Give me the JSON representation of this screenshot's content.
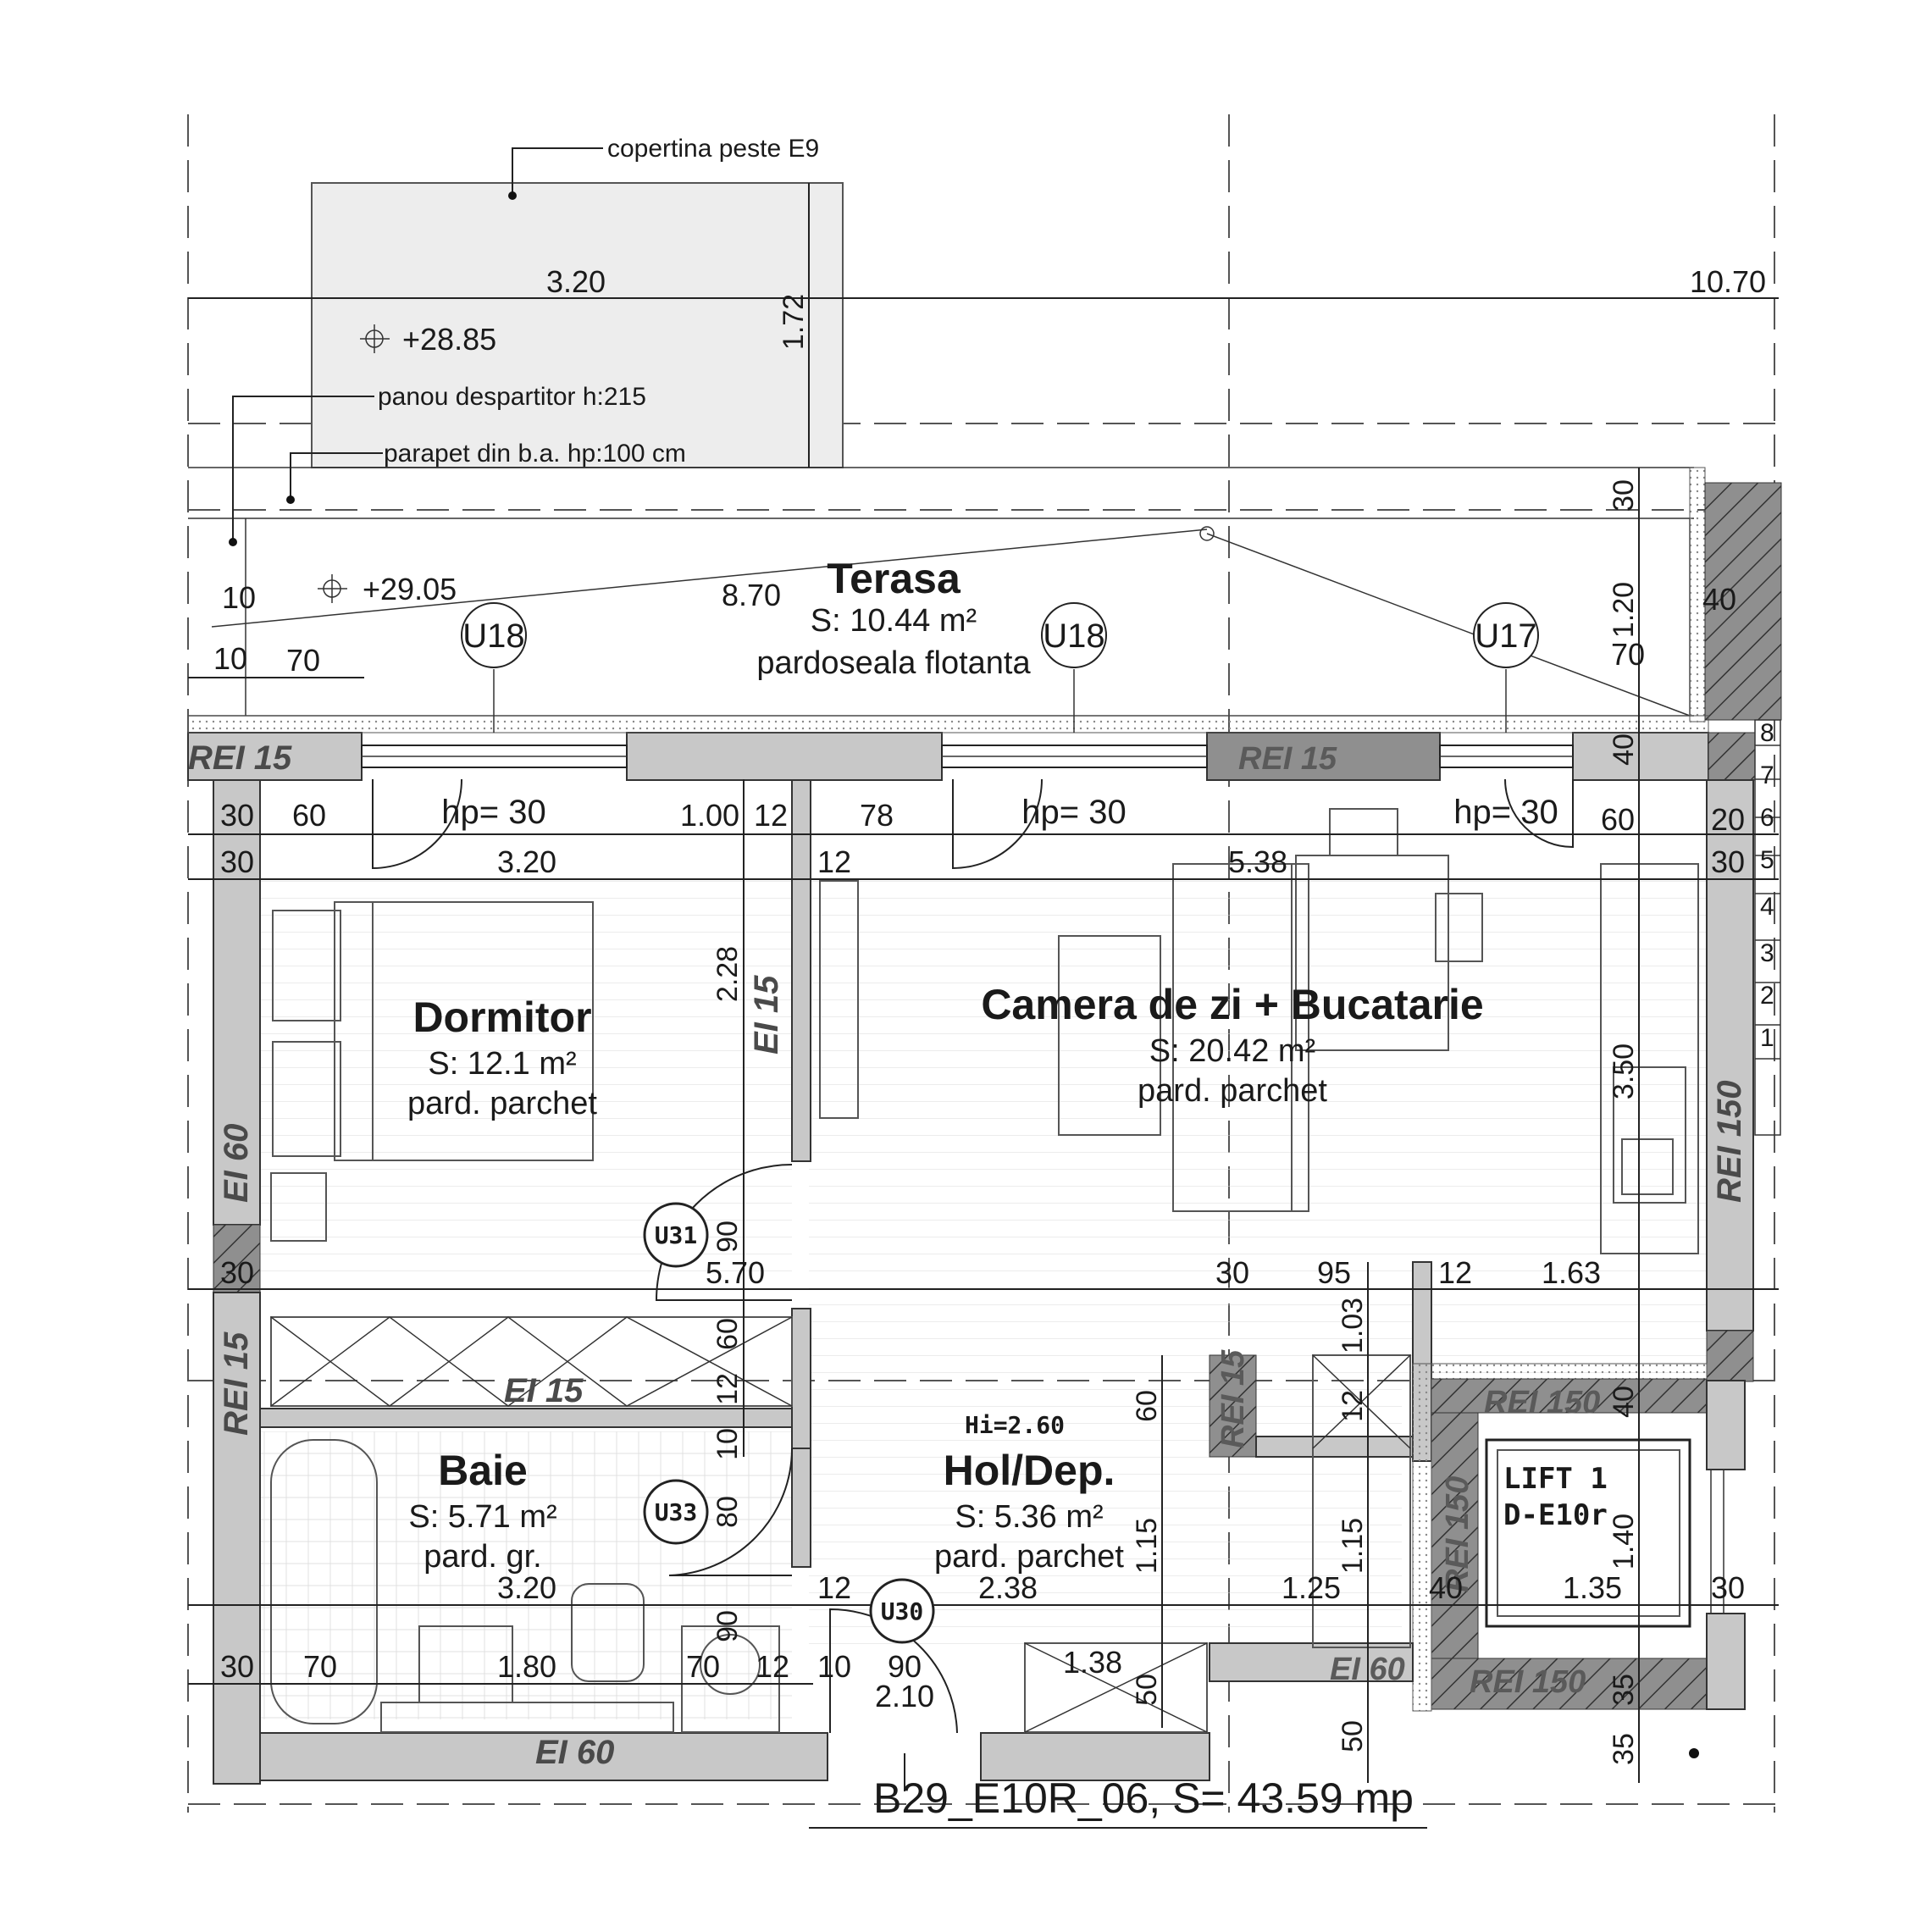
{
  "plan": {
    "footer_label": "B29_E10R_06, S= 43.59 mp",
    "notes": {
      "canopy": "copertina peste E9",
      "panel": "panou despartitor h:215",
      "parapet": "parapet din b.a. hp:100 cm"
    },
    "levels": {
      "canopy": "+28.85",
      "terrace": "+29.05"
    },
    "rooms": {
      "terasa": {
        "name": "Terasa",
        "area": "S: 10.44 m²",
        "floor": "pardoseala flotanta"
      },
      "dormitor": {
        "name": "Dormitor",
        "area": "S: 12.1 m²",
        "floor": "pard. parchet"
      },
      "camera": {
        "name": "Camera de zi + Bucatarie",
        "area": "S: 20.42 m²",
        "floor": "pard. parchet"
      },
      "baie": {
        "name": "Baie",
        "area": "S: 5.71 m²",
        "floor": "pard. gr."
      },
      "hol": {
        "name": "Hol/Dep.",
        "area": "S: 5.36 m²",
        "floor": "pard. parchet",
        "height": "Hi=2.60"
      }
    },
    "windows": {
      "u18": "U18",
      "u17": "U17",
      "sill": "hp= 30"
    },
    "doors": {
      "u31": "U31",
      "u33": "U33",
      "u30": "U30"
    },
    "lift": {
      "line1": "LIFT 1",
      "line2": "D-E10r"
    },
    "fire_ratings": {
      "rei15": "REI 15",
      "rei150": "REI 150",
      "ei15": "EI 15",
      "ei60": "EI 60"
    },
    "stairs": [
      "8",
      "7",
      "6",
      "5",
      "4",
      "3",
      "2",
      "1"
    ],
    "dims": {
      "d320": "3.20",
      "d1070": "10.70",
      "d172": "1.72",
      "d30": "30",
      "d120": "1.20",
      "d40": "40",
      "d870": "8.70",
      "d10": "10",
      "d70": "70",
      "d60": "60",
      "d100": "1.00",
      "d12": "12",
      "d78": "78",
      "d20": "20",
      "d538": "5.38",
      "d228": "2.28",
      "d350": "3.50",
      "d90": "90",
      "d570": "5.70",
      "d95": "95",
      "d163": "1.63",
      "d103": "1.03",
      "d238": "2.38",
      "d115": "1.15",
      "d125": "1.25",
      "d140": "1.40",
      "d135": "1.35",
      "d180": "1.80",
      "d138": "1.38",
      "d210": "2.10",
      "d50": "50",
      "d35": "35",
      "d80": "80"
    }
  }
}
